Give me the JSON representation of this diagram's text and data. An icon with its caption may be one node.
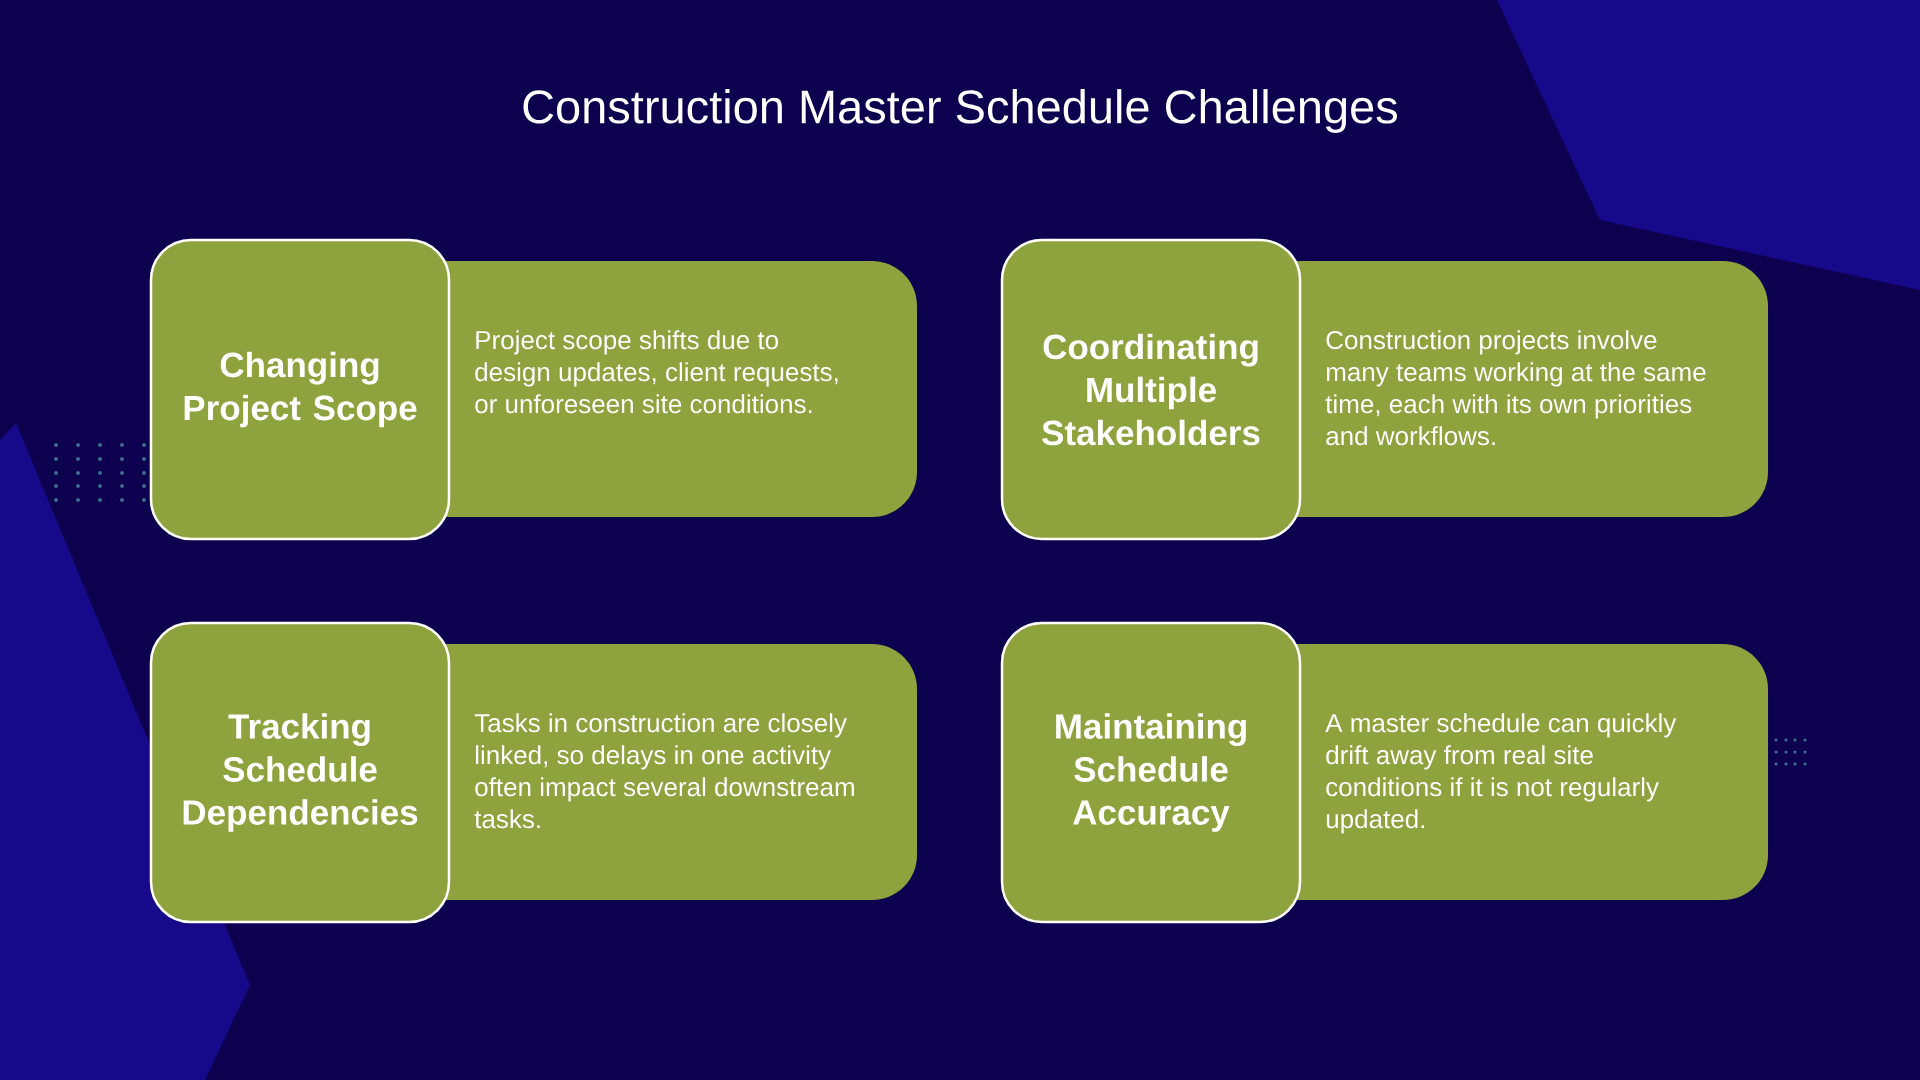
{
  "diagram": {
    "title": "Construction Master Schedule Challenges",
    "nodes": [
      {
        "text": [
          "Changing Project Scope"
        ]
      },
      {
        "text": [
          "Project scope shifts due to design updates, client requests, or unforeseen site conditions."
        ]
      },
      {
        "text": [
          "Coordinating Multiple Stakeholders"
        ]
      },
      {
        "text": [
          "Construction projects involve many teams working at the same time, each with its own priorities and workflows."
        ]
      },
      {
        "text": [
          "Tracking Schedule Dependencies"
        ]
      },
      {
        "text": [
          "Tasks in construction are closely linked, so delays in one activity often impact several downstream tasks."
        ]
      },
      {
        "text": [
          "Maintaining Schedule Accuracy"
        ]
      },
      {
        "text": [
          "A master schedule can quickly drift away from real site conditions if it is not regularly updated."
        ]
      }
    ]
  }
}
